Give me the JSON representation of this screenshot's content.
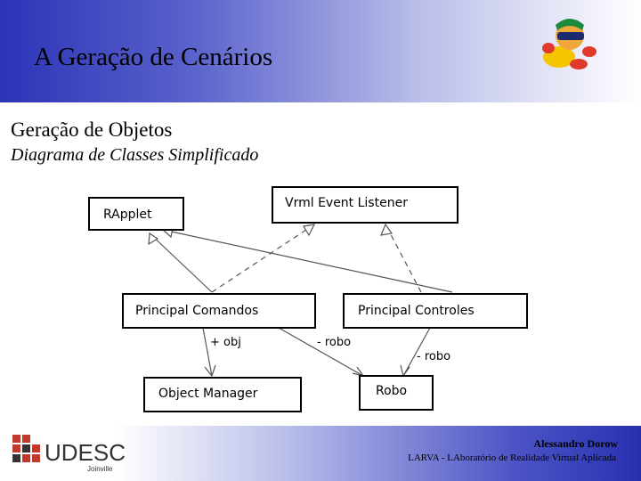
{
  "header": {
    "title": "A Geração de Cenários"
  },
  "content": {
    "heading": "Geração de Objetos",
    "subheading": "Diagrama de Classes Simplificado"
  },
  "diagram": {
    "classes": {
      "rapplet": "RApplet",
      "vrml_listener": "Vrml Event Listener",
      "principal_comandos": "Principal Comandos",
      "principal_controles": "Principal Controles",
      "object_manager": "Object Manager",
      "robo": "Robo"
    },
    "associations": {
      "obj": "+ obj",
      "robo1": "- robo",
      "robo2": "- robo"
    }
  },
  "footer": {
    "logo_text": "UDESC",
    "logo_sub": "Joinville",
    "author": "Alessandro Dorow",
    "lab": "LARVA - LAboratório de Realidade Virtual Aplicada"
  },
  "icons": {
    "mascot": "vr-mascot-icon",
    "logo": "udesc-logo-icon"
  }
}
